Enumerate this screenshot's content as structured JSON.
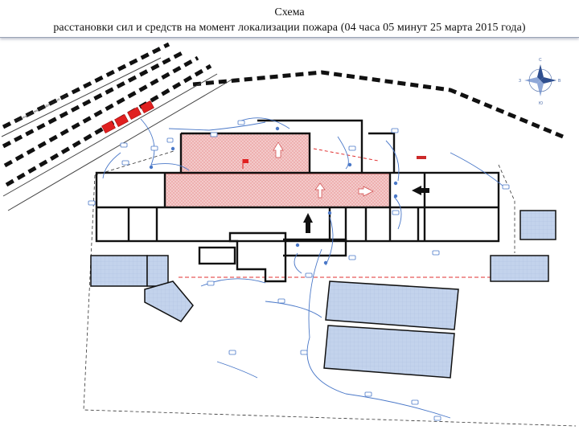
{
  "title": {
    "line1": "Схема",
    "line2": "расстановки сил и средств на момент локализации пожара (04 часа 05 минут 25 марта 2015 года)"
  },
  "labels": {
    "railway": "Подъездные железнодорожные пути",
    "compass_n": "С",
    "compass_s": "Ю",
    "compass_w": "З",
    "compass_e": "В"
  },
  "colors": {
    "fire_zone": "#f3caca",
    "fire_edge": "#cc2a2a",
    "building_blue": "#c3d3ec",
    "hose_blue": "#4a78c8",
    "wall": "#111111"
  }
}
